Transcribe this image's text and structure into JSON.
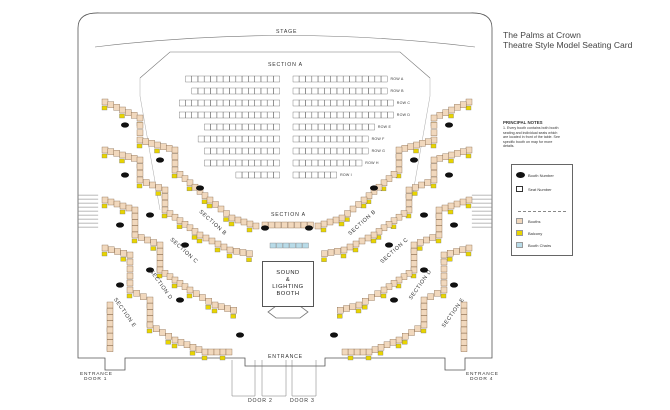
{
  "venue": {
    "title_line1": "The Palms at Crown",
    "title_line2": "Theatre Style Model Seating Card"
  },
  "labels": {
    "stage": "STAGE",
    "section_a_top": "SECTION A",
    "section_a_mid": "SECTION A",
    "entrance": "ENTRANCE",
    "entrance_door1_l1": "ENTRANCE",
    "entrance_door1_l2": "DOOR 1",
    "entrance_door4_l1": "ENTRANCE",
    "entrance_door4_l2": "DOOR 4",
    "door2": "DOOR 2",
    "door3": "DOOR 3"
  },
  "booth": {
    "line1": "SOUND",
    "line2": "&",
    "line3": "LIGHTING",
    "line4": "BOOTH"
  },
  "sections_left": [
    "SECTION B",
    "SECTION C",
    "SECTION D",
    "SECTION E"
  ],
  "sections_right": [
    "SECTION B",
    "SECTION C",
    "SECTION D",
    "SECTION E"
  ],
  "rows_right": [
    "ROW A",
    "ROW B",
    "ROW C",
    "ROW D",
    "ROW E",
    "ROW F",
    "ROW G",
    "ROW H",
    "ROW I"
  ],
  "notes": {
    "title": "PRINCIPAL NOTES",
    "body": "1. Every booth contains both booth seating and individual seats which are located in front of the table. See specific booth on map for more details."
  },
  "legend": [
    {
      "label": "Booth Number",
      "kind": "booth",
      "color": "#111111"
    },
    {
      "label": "Seat Number",
      "kind": "seat",
      "color": "#ffffff"
    },
    {
      "label": "Booths",
      "kind": "fill",
      "color": "#f1d8bd"
    },
    {
      "label": "Balcony",
      "kind": "fill",
      "color": "#e8d400"
    },
    {
      "label": "Booth Chairs",
      "kind": "fill",
      "color": "#b8dbe8"
    }
  ],
  "colors": {
    "booth": "#f1d8bd",
    "balcony": "#e8d400",
    "chairs": "#b8dbe8",
    "line": "#555555"
  }
}
